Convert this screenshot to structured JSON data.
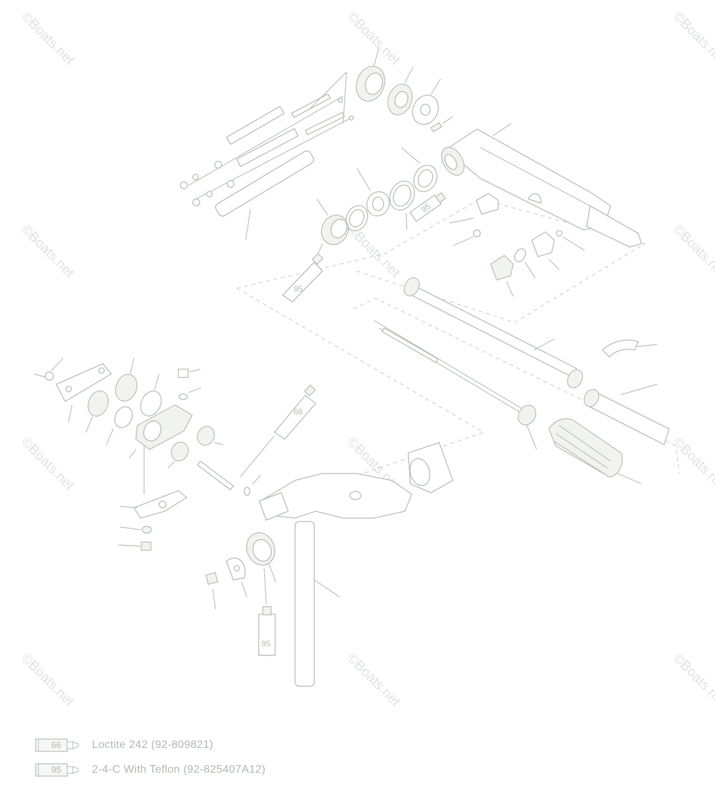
{
  "watermark": "©Boats.net",
  "tube_labels": [
    "95",
    "95",
    "66",
    "95"
  ],
  "legend": [
    {
      "number": "66",
      "text": "Loctite 242  (92-809821)"
    },
    {
      "number": "95",
      "text": "2-4-C  With Teflon (92-825407A12)"
    }
  ]
}
